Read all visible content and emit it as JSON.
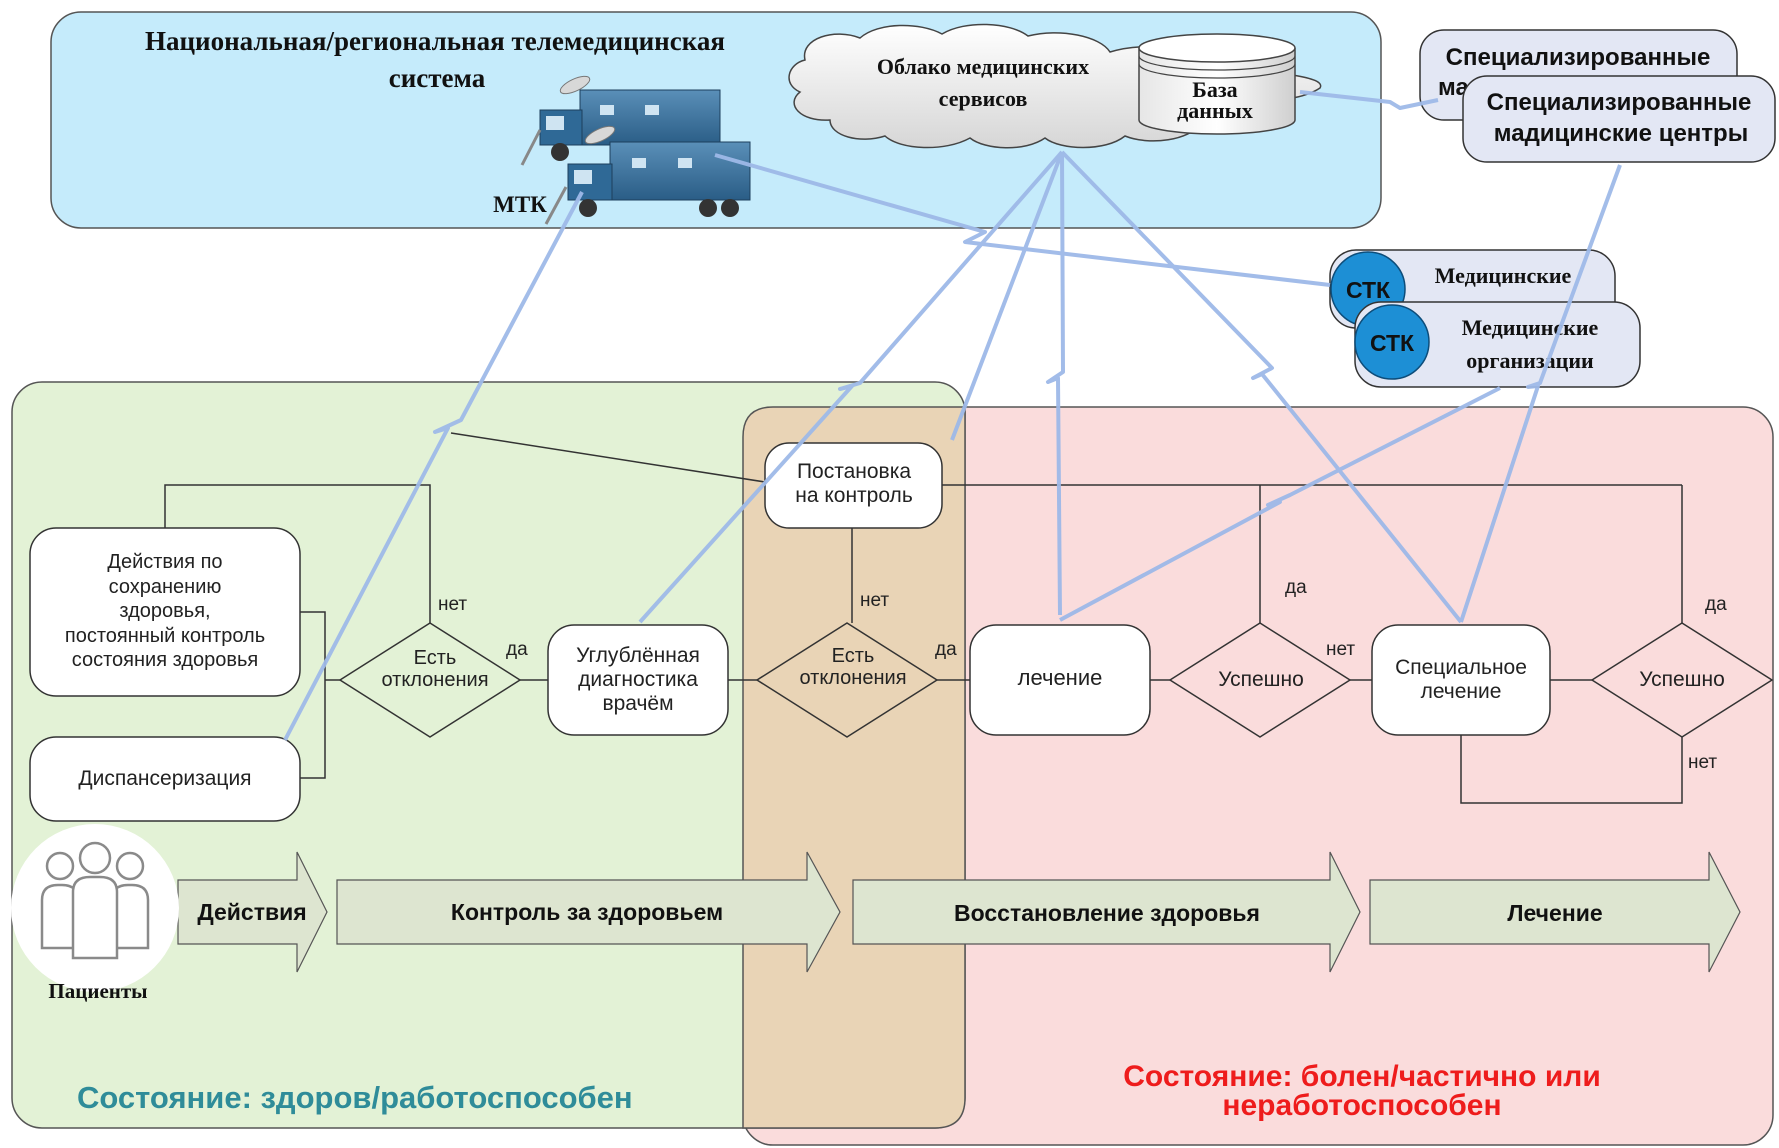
{
  "telemed_system": {
    "title_line1": "Национальная/региональная телемедицинская",
    "title_line2": "система",
    "mtk_label": "МТК",
    "cloud_line1": "Облако медицинских",
    "cloud_line2": "сервисов",
    "db_line1": "База",
    "db_line2": "данных",
    "spec_centers_back_line1": "Специализированные",
    "spec_centers_back_line2": "ма",
    "spec_centers_line1": "Специализированные",
    "spec_centers_line2": "мадицинские центры",
    "med_org_back_line1": "Медицинские",
    "med_org_line1": "Медицинские",
    "med_org_line2": "организации",
    "stk_label": "СТК"
  },
  "flow": {
    "health_actions_lines": [
      "Действия по",
      "сохранению",
      "здоровья,",
      "постоянный контроль",
      "состояния здоровья"
    ],
    "dispensary": "Диспансеризация",
    "deviation_line1": "Есть",
    "deviation_line2": "отклонения",
    "deep_diag_lines": [
      "Углублённая",
      "диагностика",
      "врачём"
    ],
    "put_control_line1": "Постановка",
    "put_control_line2": "на контроль",
    "treatment": "лечение",
    "success": "Успешно",
    "special_treatment_line1": "Специальное",
    "special_treatment_line2": "лечение",
    "yes": "да",
    "no": "нет"
  },
  "stages": {
    "patients": "Пациенты",
    "actions": "Действия",
    "health_control": "Контроль за здоровьем",
    "recovery": "Восстановление здоровья",
    "treatment": "Лечение"
  },
  "zones": {
    "healthy": "Состояние: здоров/работоспособен",
    "sick_line1": "Состояние: болен/частично или",
    "sick_line2": "неработоспособен"
  },
  "colors": {
    "system_bg": "#c5ebfb",
    "healthy_bg": "#e3f2d6",
    "sick_bg": "#fadcdc",
    "overlap_bg": "#e9d4b6",
    "link": "#9eb9e8",
    "healthy_text": "#2f8c99",
    "sick_text": "#ee1c1c",
    "stk_blue": "#1d8fd5",
    "arrow_fill": "#dde5d0"
  }
}
